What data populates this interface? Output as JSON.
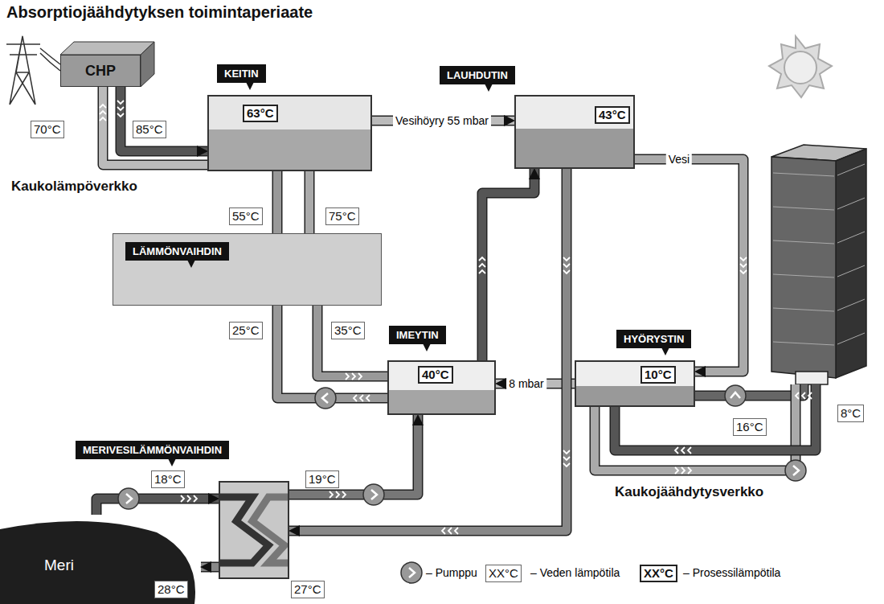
{
  "diagram": {
    "title": "Absorptiojäähdytyksen toimintaperiaate",
    "nodes": [
      {
        "text": [
          "CHP"
        ]
      },
      {
        "text": [
          "KEITIN",
          "63°C"
        ]
      },
      {
        "text": [
          "LAUHDUTIN",
          "43°C"
        ]
      },
      {
        "text": [
          "LÄMMÖNVAIHDIN"
        ]
      },
      {
        "text": [
          "IMEYTIN",
          "40°C"
        ]
      },
      {
        "text": [
          "HYÖRYSTIN",
          "10°C"
        ]
      },
      {
        "text": [
          "MERIVESILÄMMÖNVAIHDIN"
        ]
      },
      {
        "text": [
          "Meri"
        ]
      }
    ],
    "edges": [
      {
        "from": 0,
        "to": 1,
        "arrow": "to"
      },
      {
        "from": 1,
        "to": 2,
        "label": "Vesihöyry 55 mbar",
        "arrow": "to"
      },
      {
        "from": 1,
        "to": 3,
        "arrow": "none"
      },
      {
        "from": 3,
        "to": 4,
        "arrow": "none"
      },
      {
        "from": 2,
        "to": 5,
        "label": "Vesi",
        "arrow": "to"
      },
      {
        "from": 5,
        "to": 4,
        "label": "8 mbar",
        "arrow": "to"
      },
      {
        "from": 6,
        "to": 4,
        "arrow": "to"
      },
      {
        "from": 4,
        "to": 2,
        "arrow": "to"
      },
      {
        "from": 2,
        "to": 6,
        "arrow": "to"
      },
      {
        "from": 7,
        "to": 6,
        "arrow": "to"
      },
      {
        "from": 6,
        "to": 7,
        "arrow": "to"
      }
    ],
    "labels": [
      "70°C",
      "85°C",
      "Kaukolämpöverkko",
      "55°C",
      "75°C",
      "25°C",
      "35°C",
      "18°C",
      "19°C",
      "28°C",
      "27°C",
      "16°C",
      "8°C",
      "Kaukojäähdytysverkko",
      "XX°C",
      "XX°C"
    ],
    "legend": [
      {
        "text": "– Pumppu"
      },
      {
        "text": "– Veden lämpötila"
      },
      {
        "text": "– Prosessilämpötila"
      }
    ]
  }
}
